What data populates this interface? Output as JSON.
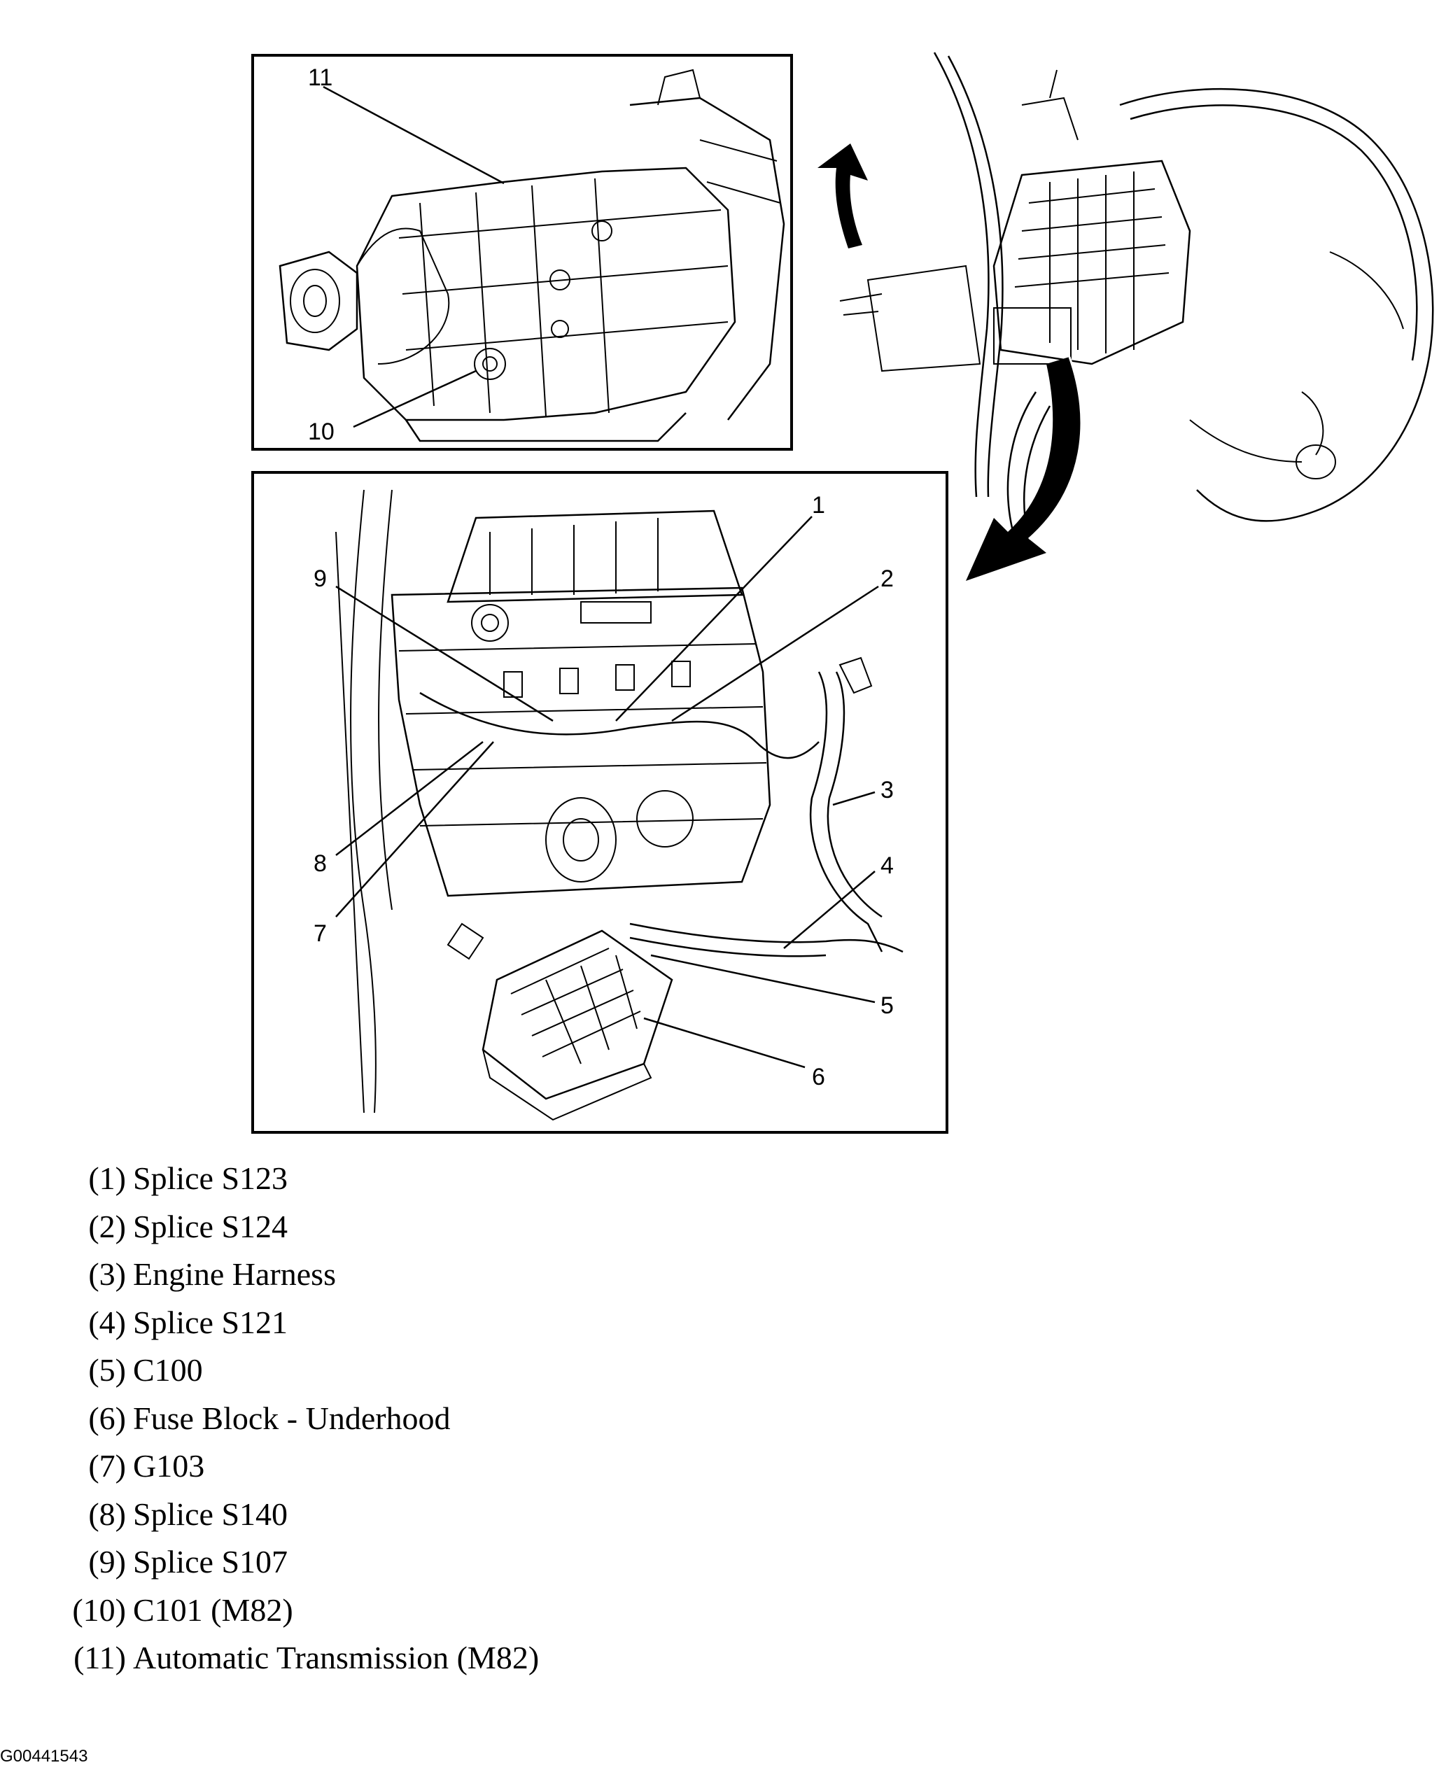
{
  "callouts": {
    "c1": "1",
    "c2": "2",
    "c3": "3",
    "c4": "4",
    "c5": "5",
    "c6": "6",
    "c7": "7",
    "c8": "8",
    "c9": "9",
    "c10": "10",
    "c11": "11"
  },
  "legend": [
    {
      "num": "(1)",
      "text": "Splice S123"
    },
    {
      "num": "(2)",
      "text": "Splice S124"
    },
    {
      "num": "(3)",
      "text": "Engine Harness"
    },
    {
      "num": "(4)",
      "text": "Splice S121"
    },
    {
      "num": "(5)",
      "text": "C100"
    },
    {
      "num": "(6)",
      "text": "Fuse Block - Underhood"
    },
    {
      "num": "(7)",
      "text": "G103"
    },
    {
      "num": "(8)",
      "text": "Splice S140"
    },
    {
      "num": "(9)",
      "text": "Splice S107"
    },
    {
      "num": "(10)",
      "text": "C101 (M82)"
    },
    {
      "num": "(11)",
      "text": "Automatic Transmission (M82)"
    }
  ],
  "figure_id": "G00441543"
}
